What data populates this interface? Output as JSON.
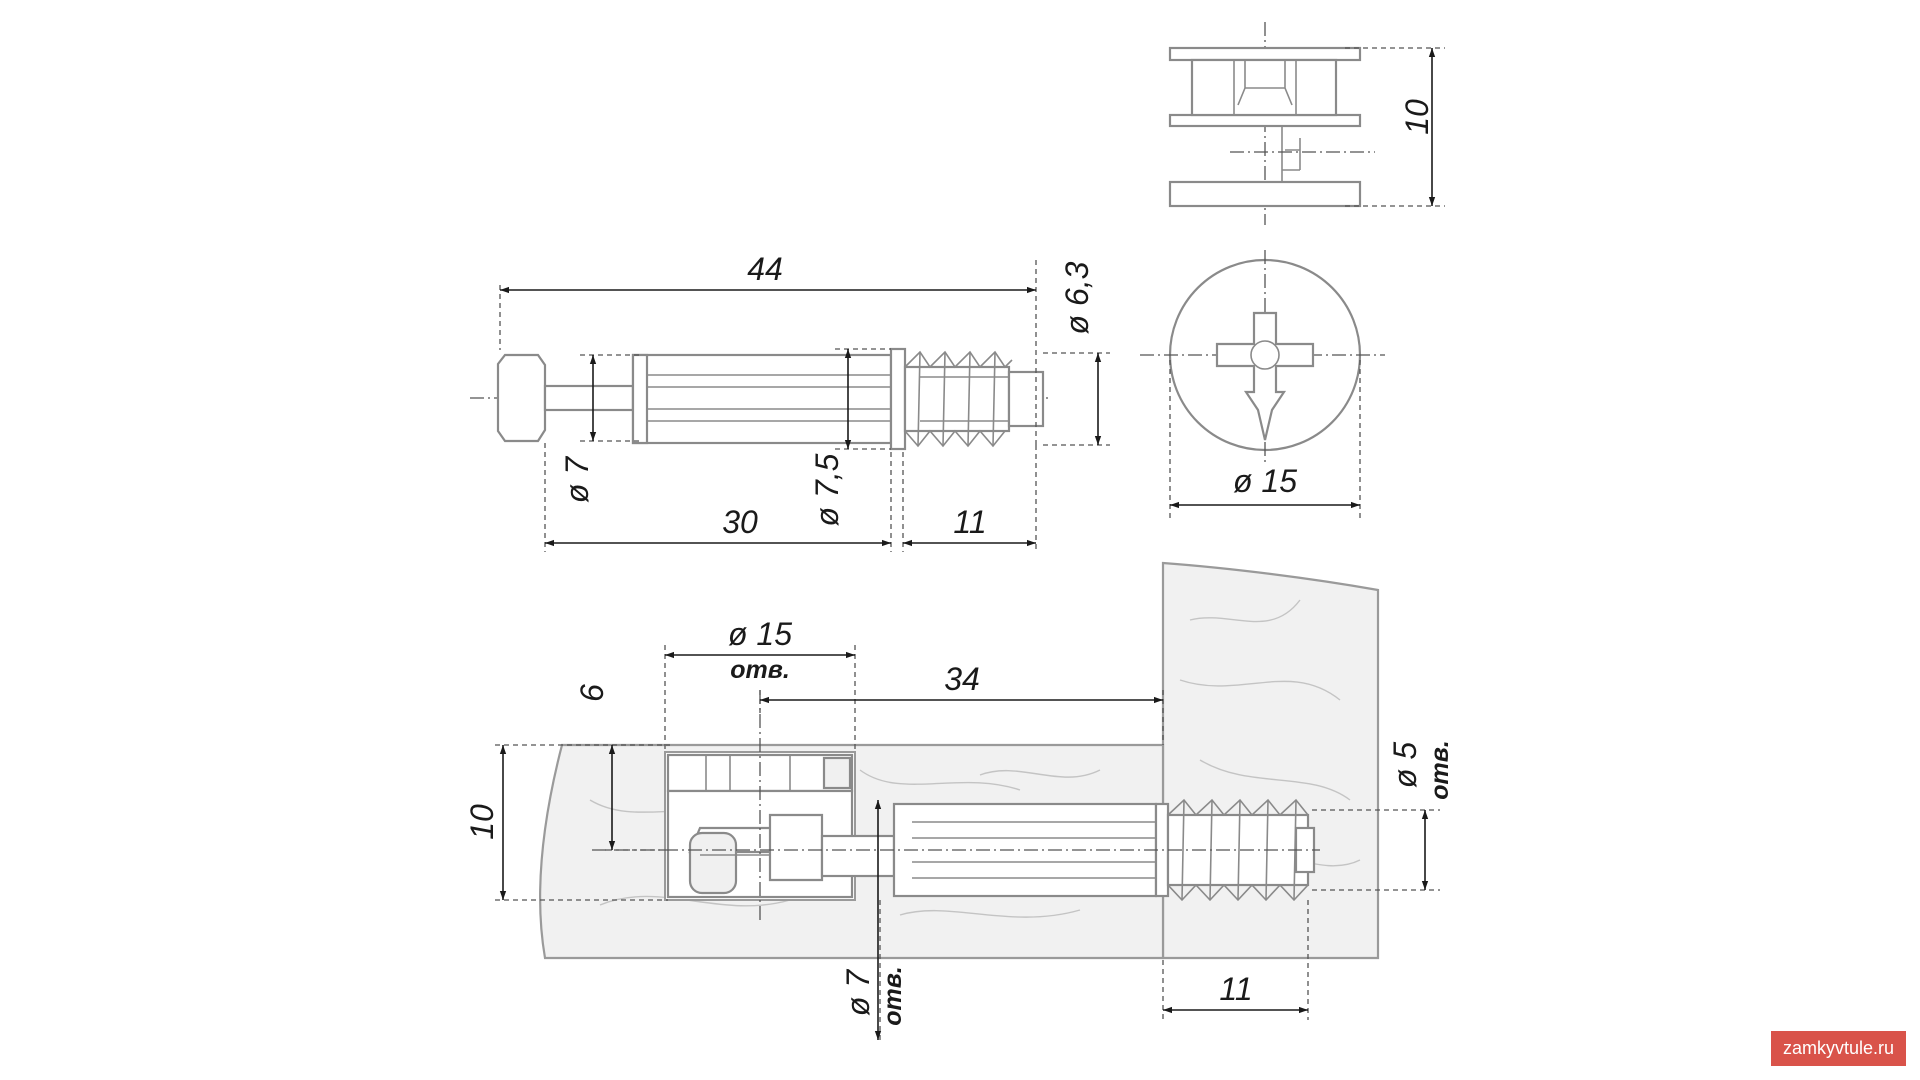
{
  "dimensions": {
    "cam_height": "10",
    "total_length": "44",
    "thread_diameter": "ø 6,3",
    "neck_diameter": "ø 7",
    "sleeve_diameter": "ø 7,5",
    "shank_length": "30",
    "thread_length": "11",
    "cam_diameter": "ø 15",
    "hole_cam_diameter": "ø 15",
    "hole_cam_note": "отв.",
    "cam_axis_offset": "6",
    "panel_center_height": "10",
    "connector_distance": "34",
    "hole_bolt_diameter": "ø 5",
    "hole_bolt_note": "отв.",
    "hole_neck_diameter": "ø 7",
    "hole_neck_note": "отв.",
    "thread_depth": "11"
  },
  "watermark": "zamkyvtule.ru"
}
